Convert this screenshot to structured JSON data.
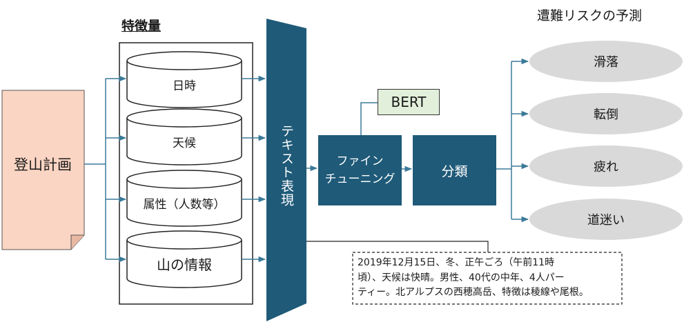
{
  "features_title": "特徴量",
  "prediction_title": "遭難リスクの予測",
  "source_doc": "登山計画",
  "features": [
    "日時",
    "天候",
    "属性（人数等）",
    "山の情報"
  ],
  "text_repr": "テキスト表現",
  "bert": "BERT",
  "finetune": [
    "ファイン",
    "チューニング"
  ],
  "classify": "分類",
  "risks": [
    "滑落",
    "転倒",
    "疲れ",
    "道迷い"
  ],
  "example_lines": [
    "2019年12月15日、冬、正午ごろ（午前11時",
    "頃）、天候は快晴。男性、40代の中年、4人パー",
    "ティー。北アルプスの西穂高岳、特徴は稜線や尾根。"
  ],
  "colors": {
    "accent": "#1f5a78",
    "doc_fill": "#fbd5c3",
    "bert_fill": "#e2efda",
    "oval_fill": "#d9d9d9",
    "connector": "#3a7a98"
  }
}
